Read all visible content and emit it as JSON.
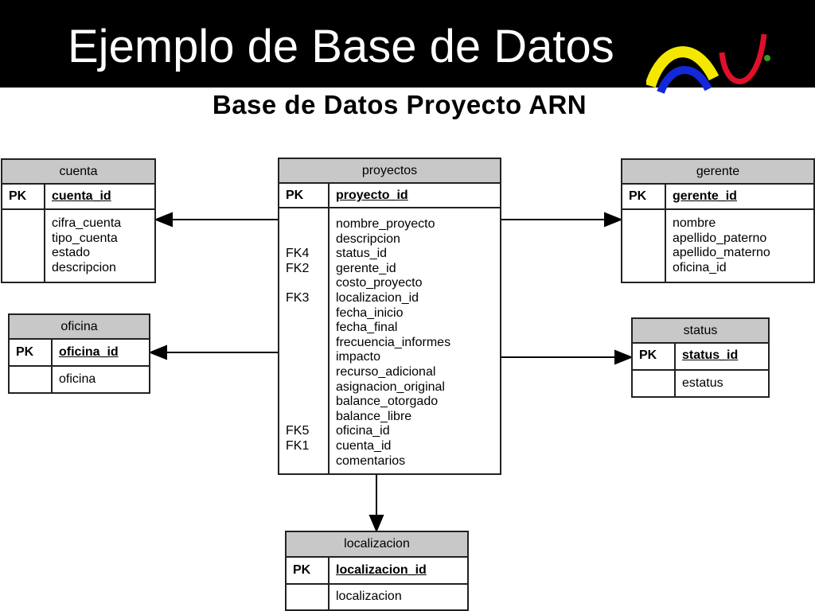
{
  "slide": {
    "title": "Ejemplo de Base de Datos",
    "subtitle": "Base de Datos Proyecto ARN"
  },
  "colors": {
    "header_bg": "#000000",
    "entity_header_bg": "#c8c8c8",
    "logo_yellow": "#f5e800",
    "logo_blue": "#1428d8",
    "logo_red": "#e0102a",
    "logo_green": "#3a9a20"
  },
  "entities": {
    "cuenta": {
      "name": "cuenta",
      "pk_label": "PK",
      "pk": "cuenta_id",
      "attributes": [
        "cifra_cuenta",
        "tipo_cuenta",
        "estado",
        "descripcion"
      ]
    },
    "proyectos": {
      "name": "proyectos",
      "pk_label": "PK",
      "pk": "proyecto_id",
      "fk_labels": [
        "",
        "",
        "FK4",
        "FK2",
        "",
        "FK3",
        "",
        "",
        "",
        "",
        "",
        "",
        "",
        "",
        "FK5",
        "FK1",
        ""
      ],
      "attributes": [
        "nombre_proyecto",
        "descripcion",
        "status_id",
        "gerente_id",
        "costo_proyecto",
        "localizacion_id",
        "fecha_inicio",
        "fecha_final",
        "frecuencia_informes",
        "impacto",
        "recurso_adicional",
        "asignacion_original",
        "balance_otorgado",
        "balance_libre",
        "oficina_id",
        "cuenta_id",
        "comentarios"
      ]
    },
    "gerente": {
      "name": "gerente",
      "pk_label": "PK",
      "pk": "gerente_id",
      "attributes": [
        "nombre",
        "apellido_paterno",
        "apellido_materno",
        "oficina_id"
      ]
    },
    "oficina": {
      "name": "oficina",
      "pk_label": "PK",
      "pk": "oficina_id",
      "attributes": [
        "oficina"
      ]
    },
    "status": {
      "name": "status",
      "pk_label": "PK",
      "pk": "status_id",
      "attributes": [
        "estatus"
      ]
    },
    "localizacion": {
      "name": "localizacion",
      "pk_label": "PK",
      "pk": "localizacion_id",
      "attributes": [
        "localizacion"
      ]
    }
  }
}
